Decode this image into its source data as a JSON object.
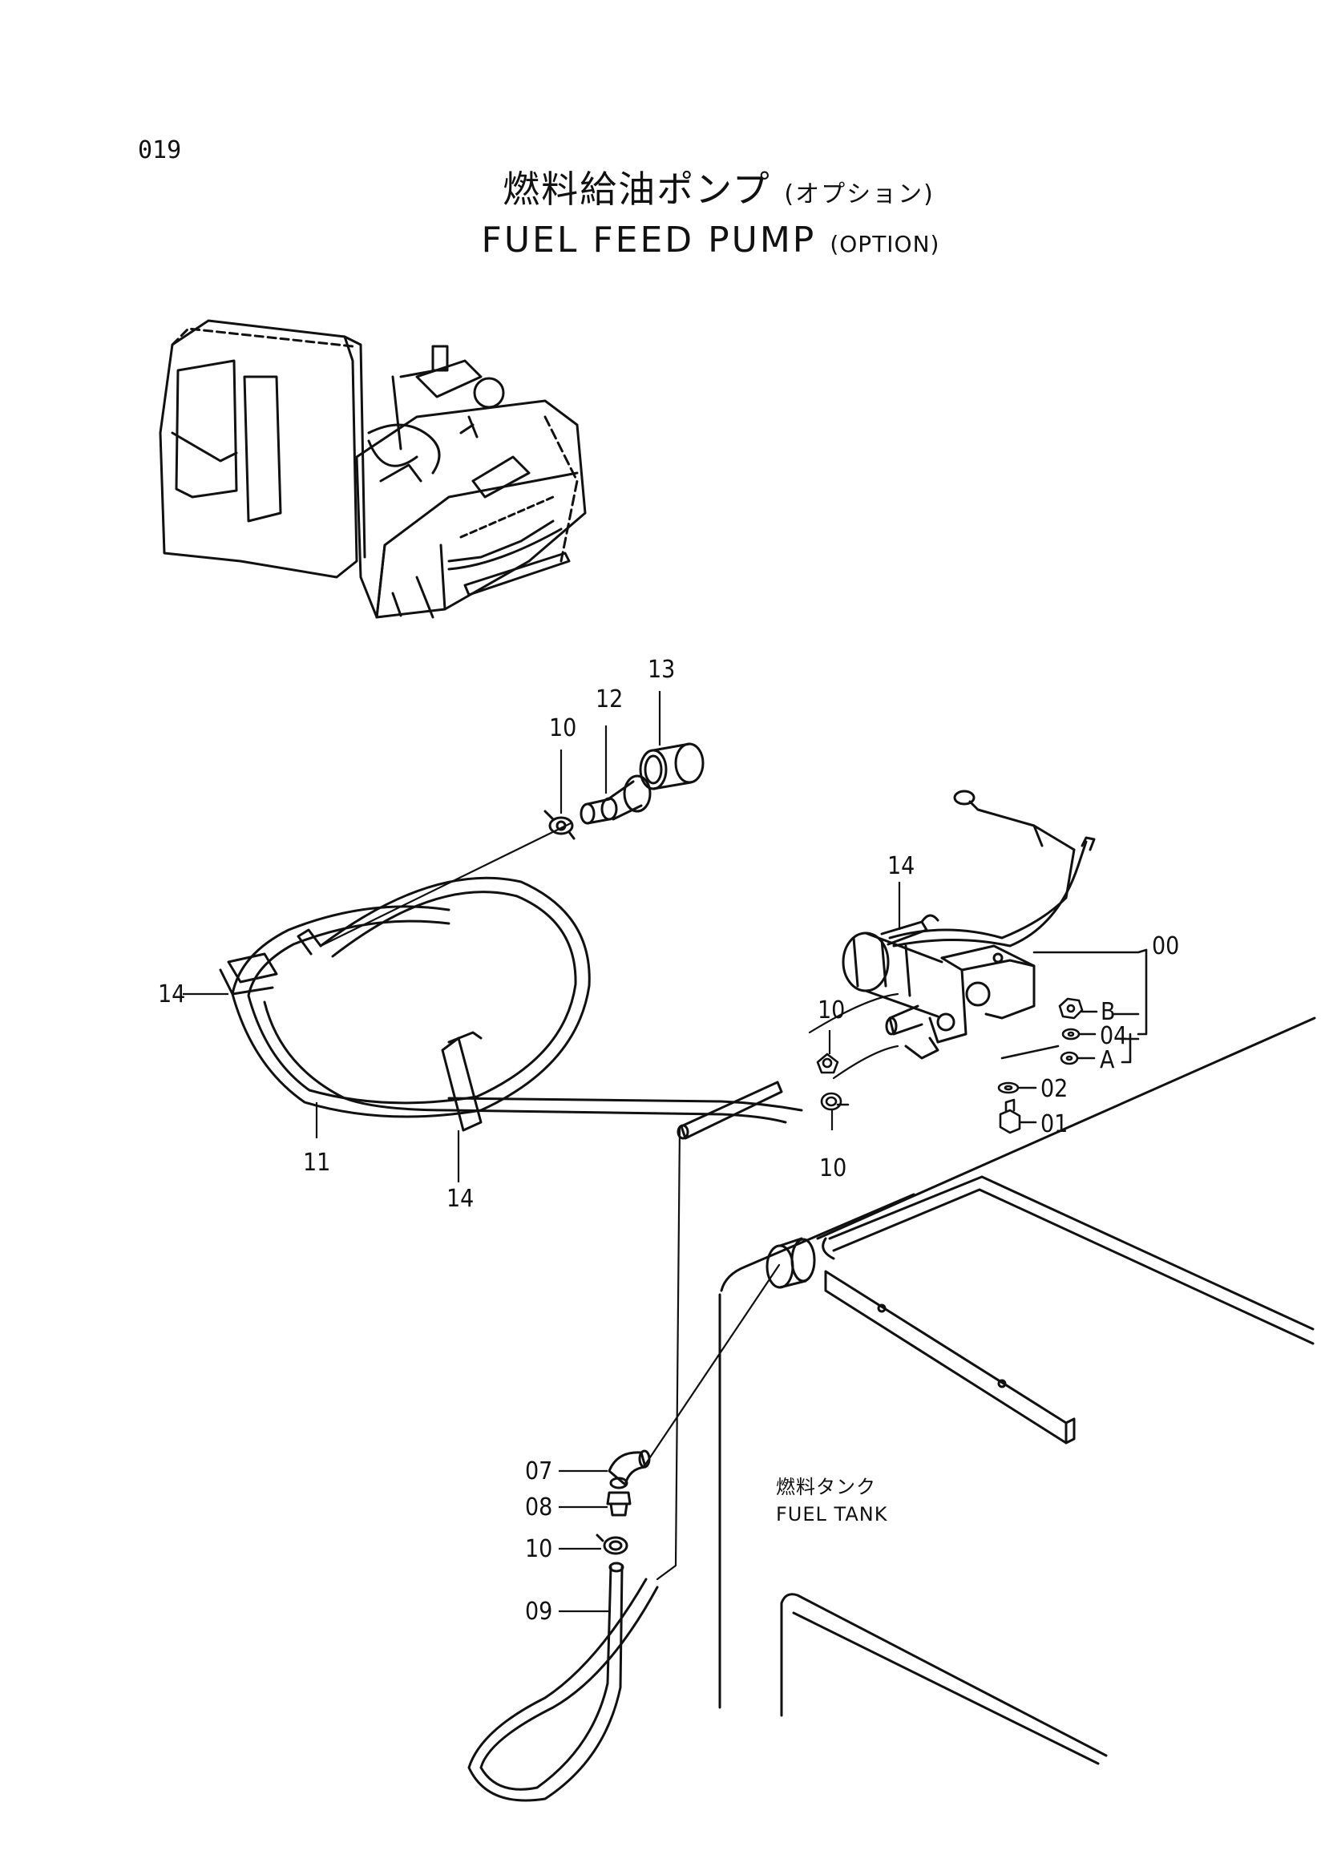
{
  "page_number": "019",
  "title": {
    "jp": "燃料給油ポンプ",
    "jp_sub": "(オプション)",
    "en": "FUEL FEED PUMP",
    "en_sub": "(OPTION)"
  },
  "callouts": {
    "c00": "00",
    "c01": "01",
    "c02": "02",
    "c04": "04",
    "cA": "A",
    "cB": "B",
    "c07": "07",
    "c08": "08",
    "c09": "09",
    "c10_top": "10",
    "c10_pump_upper": "10",
    "c10_pump_lower": "10",
    "c10_bottom": "10",
    "c11": "11",
    "c12": "12",
    "c13": "13",
    "c14_left": "14",
    "c14_bottom": "14",
    "c14_pump": "14"
  },
  "tank_label": {
    "jp": "燃料タンク",
    "en": "FUEL TANK"
  }
}
